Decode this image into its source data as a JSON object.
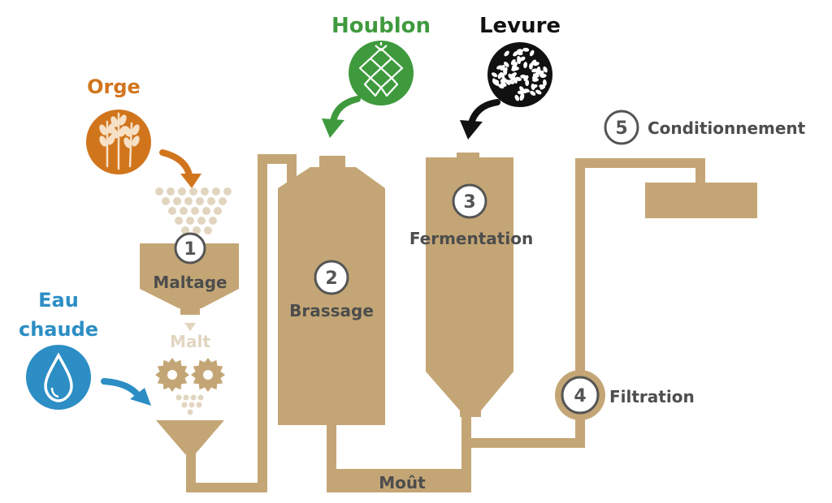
{
  "colors": {
    "tan": "#c4a676",
    "tan_dark": "#b09361",
    "orange": "#d1751d",
    "green": "#3f9a3e",
    "blue": "#2c8ec4",
    "black": "#111111",
    "step_text": "#555555",
    "label_text": "#4d4d4d"
  },
  "inputs": {
    "orge": "Orge",
    "houblon": "Houblon",
    "levure": "Levure",
    "eau_line1": "Eau",
    "eau_line2": "chaude"
  },
  "steps": [
    {
      "number": "1",
      "label": "Maltage"
    },
    {
      "number": "2",
      "label": "Brassage"
    },
    {
      "number": "3",
      "label": "Fermentation"
    },
    {
      "number": "4",
      "label": "Filtration"
    },
    {
      "number": "5",
      "label": "Conditionnement"
    }
  ],
  "intermediates": {
    "malt": "Malt",
    "mout": "Moût"
  },
  "icons": {
    "orge": "wheat-icon",
    "houblon": "hop-cone-icon",
    "levure": "yeast-icon",
    "eau": "water-drop-icon",
    "mill": "mill-gears-icon"
  }
}
